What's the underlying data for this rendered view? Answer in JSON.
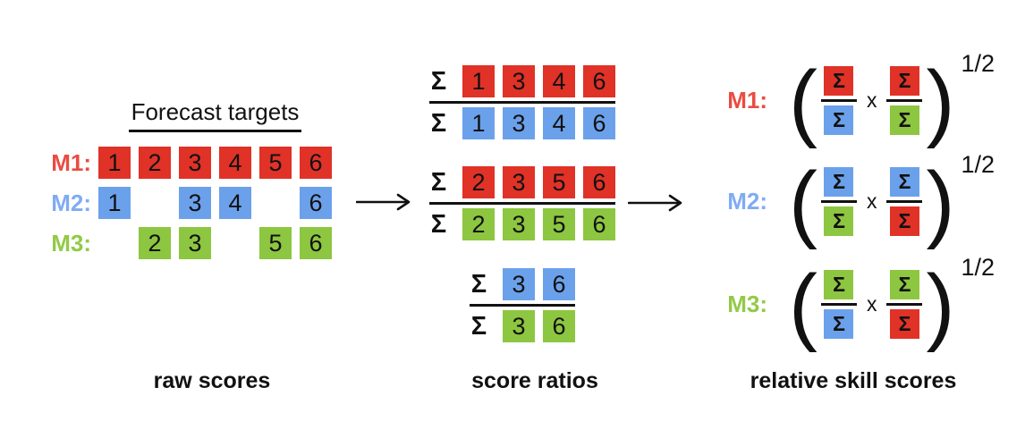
{
  "colors": {
    "red": "#E03227",
    "blue": "#6BA1EB",
    "green": "#8DC640",
    "label_red": "#EA4C41",
    "label_blue": "#7FACF2",
    "label_green": "#92CA47",
    "ink": "#111111"
  },
  "raw_scores": {
    "heading": "Forecast targets",
    "rows": [
      {
        "label": "M1:",
        "color": "red",
        "cells": [
          "1",
          "2",
          "3",
          "4",
          "5",
          "6"
        ]
      },
      {
        "label": "M2:",
        "color": "blue",
        "cells": [
          "1",
          "",
          "3",
          "4",
          "",
          "6"
        ]
      },
      {
        "label": "M3:",
        "color": "green",
        "cells": [
          "",
          "2",
          "3",
          "",
          "5",
          "6"
        ]
      }
    ],
    "caption": "raw scores"
  },
  "arrow": {
    "icon": "right-arrow",
    "glyph": "⟶"
  },
  "score_ratios": {
    "sigma": "Σ",
    "ratios": [
      {
        "numerator": {
          "color": "red",
          "values": [
            "1",
            "3",
            "4",
            "6"
          ]
        },
        "denominator": {
          "color": "blue",
          "values": [
            "1",
            "3",
            "4",
            "6"
          ]
        }
      },
      {
        "numerator": {
          "color": "red",
          "values": [
            "2",
            "3",
            "5",
            "6"
          ]
        },
        "denominator": {
          "color": "green",
          "values": [
            "2",
            "3",
            "5",
            "6"
          ]
        }
      },
      {
        "numerator": {
          "color": "blue",
          "values": [
            "3",
            "6"
          ]
        },
        "denominator": {
          "color": "green",
          "values": [
            "3",
            "6"
          ]
        }
      }
    ],
    "caption": "score ratios"
  },
  "relative_skill": {
    "sigma": "Σ",
    "multiply": "x",
    "exponent": "1/2",
    "paren_open": "(",
    "paren_close": ")",
    "formulas": [
      {
        "label": "M1:",
        "color": "red",
        "fractions": [
          {
            "num": "red",
            "den": "blue"
          },
          {
            "num": "red",
            "den": "green"
          }
        ]
      },
      {
        "label": "M2:",
        "color": "blue",
        "fractions": [
          {
            "num": "blue",
            "den": "green"
          },
          {
            "num": "blue",
            "den": "red"
          }
        ]
      },
      {
        "label": "M3:",
        "color": "green",
        "fractions": [
          {
            "num": "green",
            "den": "blue"
          },
          {
            "num": "green",
            "den": "red"
          }
        ]
      }
    ],
    "caption": "relative skill scores"
  }
}
